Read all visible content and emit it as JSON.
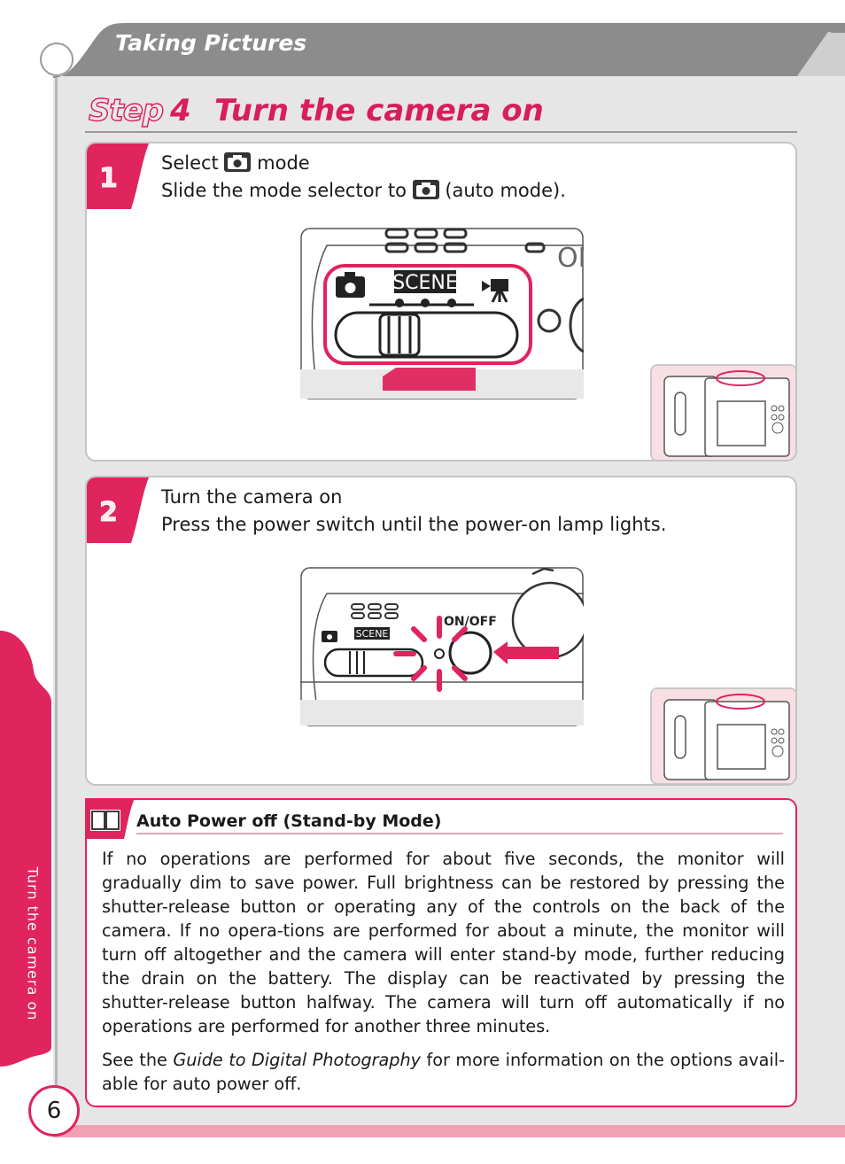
{
  "header": {
    "section": "Taking Pictures"
  },
  "title": {
    "step_word": "Step",
    "step_number": "4",
    "text": "Turn the camera on"
  },
  "steps": [
    {
      "number": "1",
      "heading_before": "Select",
      "heading_after": "mode",
      "body_before": "Slide the mode selector to",
      "body_after": "(auto mode).",
      "illustration_labels": {
        "scene": "SCENE",
        "on": "ON"
      }
    },
    {
      "number": "2",
      "heading": "Turn the camera on",
      "body": "Press the power switch until the power-on lamp lights.",
      "illustration_labels": {
        "scene": "SCENE",
        "onoff": "ON/OFF"
      }
    }
  ],
  "note": {
    "icon": "book-icon",
    "title": "Auto Power off (Stand-by Mode)",
    "paragraph1": "If no operations are performed for about five seconds, the monitor will gradually dim to save power.  Full brightness can be restored by pressing the shutter-release button or operating any of the controls on the back of the camera.  If no opera-tions are performed for about a minute, the monitor will turn off altogether and the camera will enter stand-by mode, further reducing the drain on the battery.  The display can be reactivated by pressing the shutter-release button halfway.  The camera will turn off automatically if no operations are performed for another three minutes.",
    "paragraph2_before": "See the",
    "paragraph2_italic": "Guide to Digital Photography",
    "paragraph2_after": "for more information on the options avail-able for auto power off."
  },
  "side_tab": {
    "text": "Turn the camera on"
  },
  "page_number": "6",
  "colors": {
    "accent": "#d81e5b",
    "header_gray": "#8c8c8c",
    "page_gray": "#e6e6e6",
    "thumb_pink": "#f7dfe4"
  }
}
